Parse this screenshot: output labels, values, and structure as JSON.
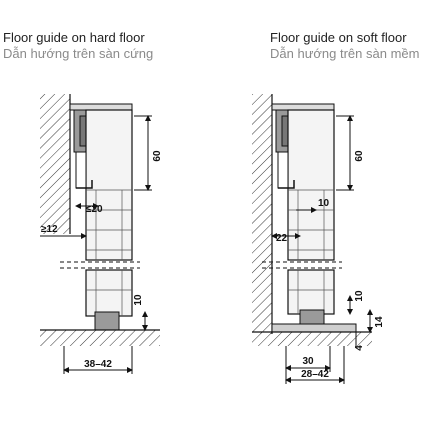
{
  "left": {
    "title": "Floor guide on hard floor",
    "subtitle": "Dẫn hướng trên sàn cứng",
    "dims": {
      "height_top": "60",
      "gap": "≤20",
      "offset": "≥12",
      "guide_height": "10",
      "base_width": "38–42"
    }
  },
  "right": {
    "title": "Floor guide on soft floor",
    "subtitle": "Dẫn hướng trên sàn mềm",
    "dims": {
      "height_top": "60",
      "small": "10",
      "offset": "22",
      "guide_height": "10",
      "floor": "14",
      "recess": "4",
      "width_inner": "30",
      "width_outer": "28–42"
    }
  },
  "colors": {
    "line": "#111111",
    "hatch": "#333333",
    "door_fill": "#f2f2f2",
    "hardware": "#8e8e8e",
    "vi_text": "#8a8a8a"
  }
}
